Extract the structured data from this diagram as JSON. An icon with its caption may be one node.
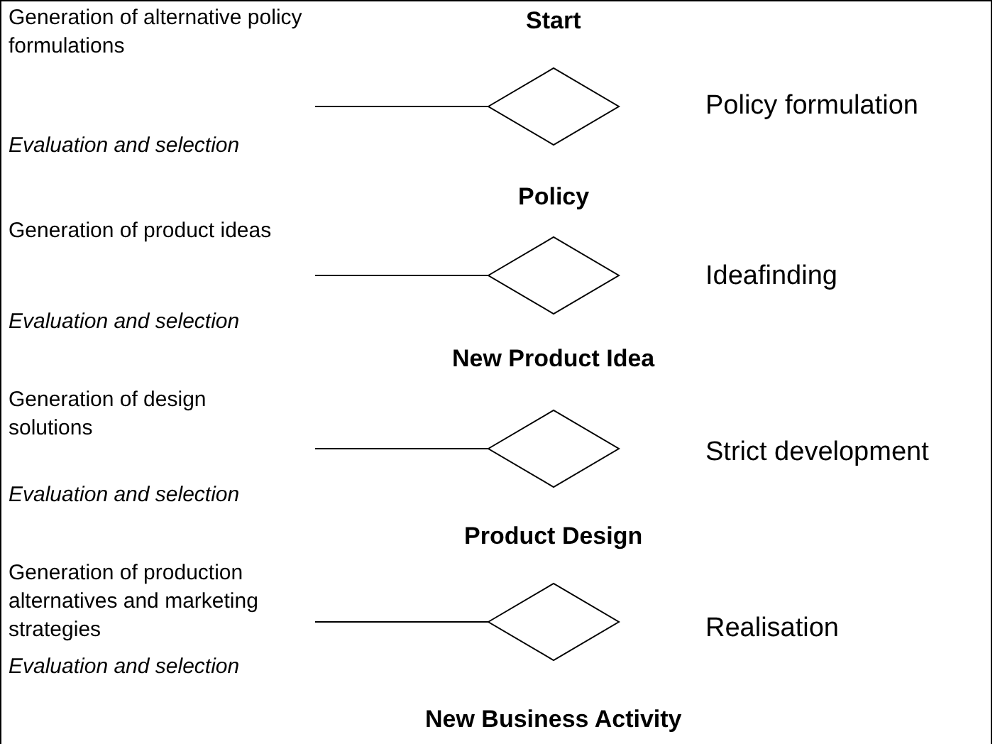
{
  "diagram": {
    "nodes": [
      {
        "text": [],
        "shape": "diamond",
        "beside": [
          "Policy formulation"
        ]
      },
      {
        "text": [],
        "shape": "diamond",
        "beside": [
          "Ideafinding"
        ]
      },
      {
        "text": [],
        "shape": "diamond",
        "beside": [
          "Strict development"
        ]
      },
      {
        "text": [],
        "shape": "diamond",
        "beside": [
          "Realisation"
        ]
      }
    ],
    "edges": [
      {
        "from": null,
        "to": 0,
        "arrow": "none"
      },
      {
        "from": null,
        "to": 1,
        "arrow": "none"
      },
      {
        "from": null,
        "to": 2,
        "arrow": "none"
      },
      {
        "from": null,
        "to": 3,
        "arrow": "none"
      }
    ],
    "labels": [
      "Generation of alternative policy formulations",
      "Start",
      "Evaluation and selection",
      "Policy",
      "Generation of product ideas",
      "Evaluation and selection",
      "New Product Idea",
      "Generation of design solutions",
      "Evaluation and selection",
      "Product Design",
      "Generation of production alternatives and marketing strategies",
      "Evaluation and selection",
      "New Business Activity"
    ]
  }
}
